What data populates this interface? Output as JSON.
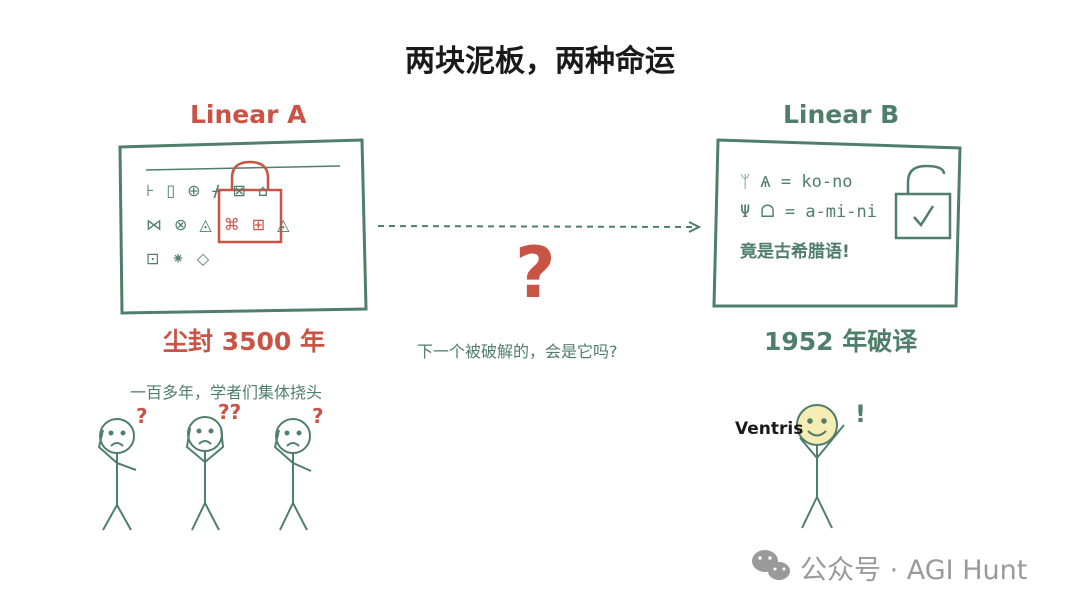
{
  "title": "两块泥板，两种命运",
  "left": {
    "heading": "Linear A",
    "glyph_rows": [
      [
        "⊦",
        "▯",
        "⊕",
        "ᚋ",
        "⊠",
        "⌂"
      ],
      [
        "⋈",
        "⊗",
        "◬",
        "⌘",
        "⊞",
        "◬"
      ],
      [
        "⊡",
        "⁕",
        "◇"
      ]
    ],
    "caption": "尘封 3500 年",
    "note": "一百多年，学者们集体挠头",
    "scholar_marks": [
      "?",
      "??",
      "?"
    ]
  },
  "middle": {
    "question": "?",
    "text": "下一个被破解的，会是它吗?"
  },
  "right": {
    "heading": "Linear B",
    "line1_symbols": "ᛘ Ѧ",
    "line1_eq": "= ko-no",
    "line2_symbols": "Ψ ᗝ",
    "line2_eq": "= a-mi-ni",
    "line3": "竟是古希腊语!",
    "caption": "1952 年破译",
    "person": "Ventris",
    "exclaim": "!"
  },
  "watermark": {
    "text": "公众号 · AGI Hunt",
    "icon": "wechat-icon"
  },
  "colors": {
    "red": "#c95446",
    "green": "#4f7f6a",
    "face": "#f6edb5"
  }
}
